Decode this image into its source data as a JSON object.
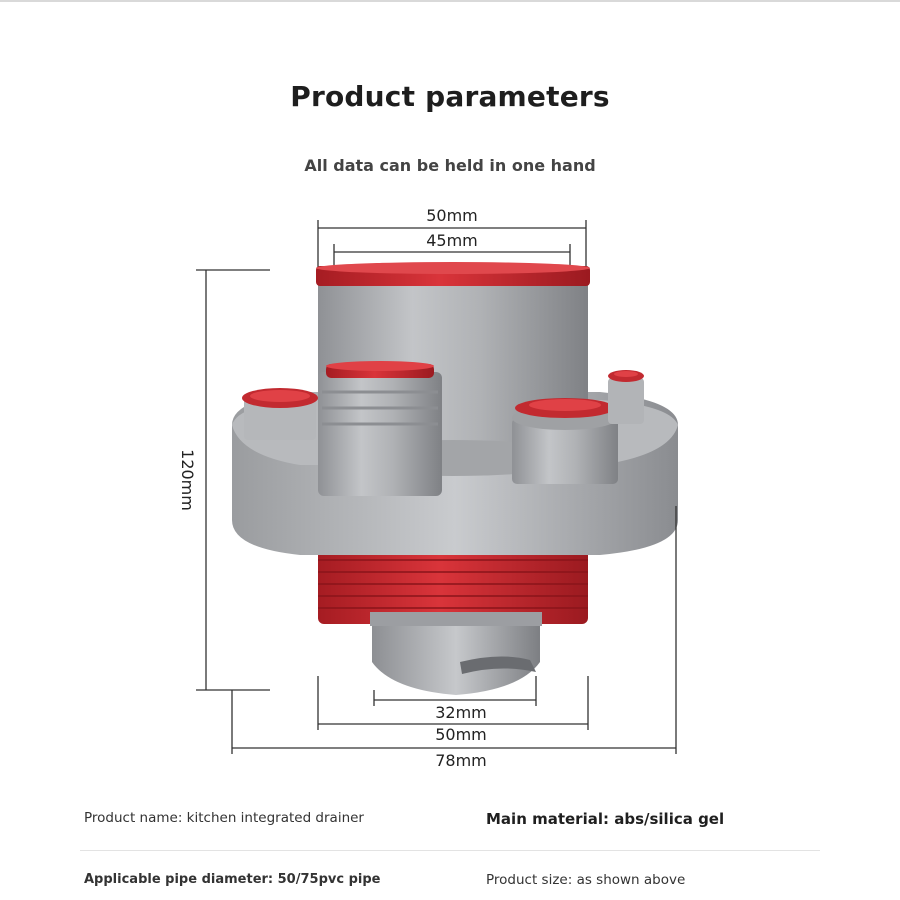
{
  "title": "Product parameters",
  "subtitle": "All data can be held in one hand",
  "dimensions": {
    "top_outer": "50mm",
    "top_inner": "45mm",
    "height": "120mm",
    "bottom_inner": "32mm",
    "bottom_mid": "50mm",
    "bottom_outer": "78mm"
  },
  "specs": {
    "product_name": "Product name: kitchen integrated drainer",
    "main_material": "Main material: abs/silica gel",
    "pipe_diameter": "Applicable pipe diameter: 50/75pvc pipe",
    "product_size": "Product size: as shown above"
  },
  "colors": {
    "body_gray": "#a9abae",
    "accent_red": "#c7262d",
    "line": "#333333"
  }
}
